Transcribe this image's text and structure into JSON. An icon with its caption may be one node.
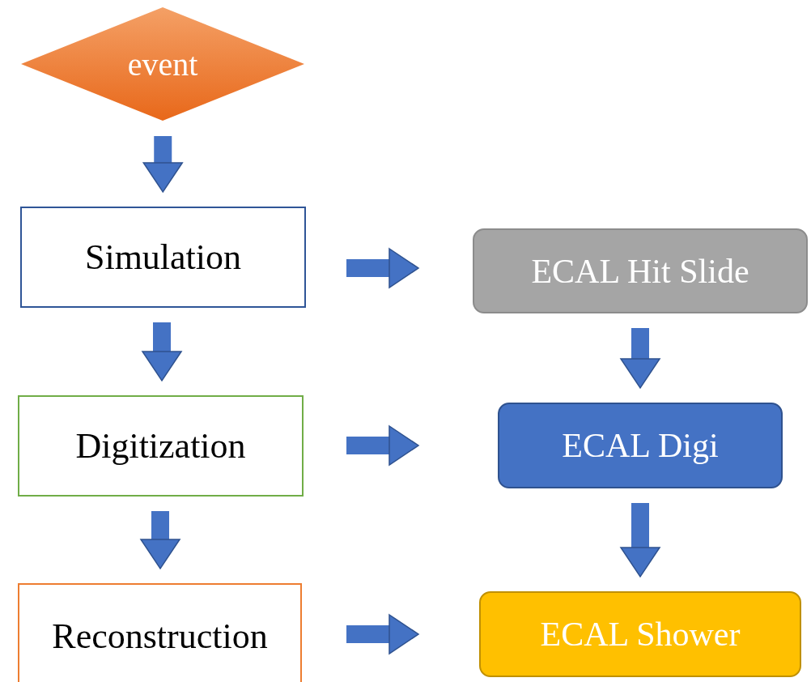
{
  "diagram": {
    "nodes": [
      {
        "text": [
          "event"
        ]
      },
      {
        "text": [
          "Simulation"
        ]
      },
      {
        "text": [
          "Digitization"
        ]
      },
      {
        "text": [
          "Reconstruction"
        ]
      },
      {
        "text": [
          "ECAL Hit Slide"
        ]
      },
      {
        "text": [
          "ECAL Digi"
        ]
      },
      {
        "text": [
          "ECAL Shower"
        ]
      }
    ],
    "edges": [
      {
        "from": 0,
        "to": 1,
        "arrow": "to"
      },
      {
        "from": 1,
        "to": 2,
        "arrow": "to"
      },
      {
        "from": 2,
        "to": 3,
        "arrow": "to"
      },
      {
        "from": 1,
        "to": 4,
        "arrow": "to"
      },
      {
        "from": 4,
        "to": 5,
        "arrow": "to"
      },
      {
        "from": 2,
        "to": 5,
        "arrow": "to"
      },
      {
        "from": 5,
        "to": 6,
        "arrow": "to"
      },
      {
        "from": 3,
        "to": 6,
        "arrow": "to"
      }
    ]
  }
}
